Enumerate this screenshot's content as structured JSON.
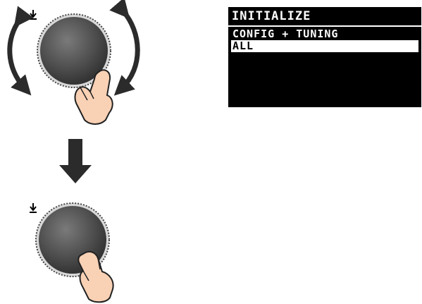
{
  "display": {
    "title": "INITIALIZE",
    "items": [
      {
        "label": "CONFIG + TUNING",
        "selected": false
      },
      {
        "label": "ALL",
        "selected": true
      }
    ]
  },
  "colors": {
    "knob_body": "#4a4a4a",
    "arrow": "#2b2b2b",
    "hand_fill": "#f9d1b5",
    "lcd_bg": "#000000",
    "lcd_text": "#ffffff"
  },
  "icons": [
    "rotate-arrows-icon",
    "hand-pointer-icon",
    "down-arrow-icon",
    "push-indicator-icon"
  ]
}
